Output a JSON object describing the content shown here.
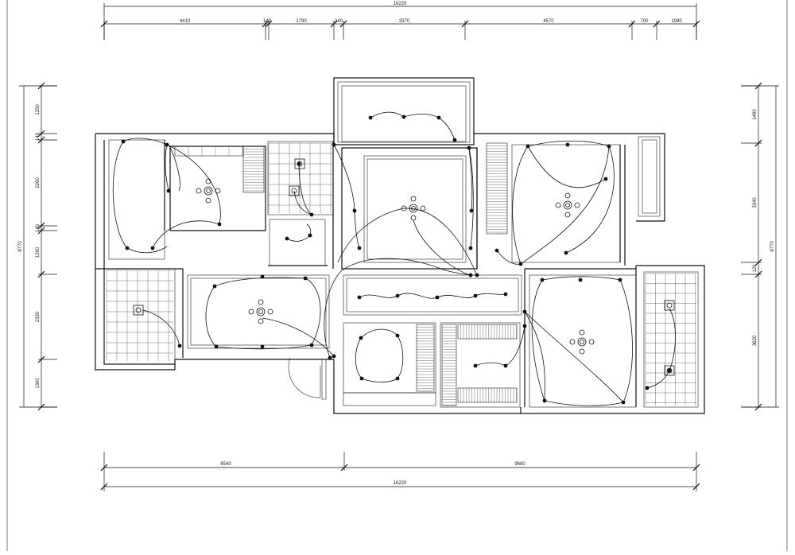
{
  "dimensions": {
    "top": {
      "overall": "16220",
      "segments": [
        "4410",
        "140",
        "1790",
        "240",
        "3370",
        "4570",
        "700",
        "1080"
      ]
    },
    "bottom": {
      "segments": [
        "6540",
        "9680"
      ],
      "overall": "16220"
    },
    "left": {
      "overall": "8770",
      "segments": [
        "1250",
        "140",
        "2260",
        "140",
        "1260",
        "2330",
        "1300"
      ]
    },
    "right": {
      "overall": "8770",
      "segments": [
        "1490",
        "3340",
        "120",
        "3620"
      ]
    }
  }
}
